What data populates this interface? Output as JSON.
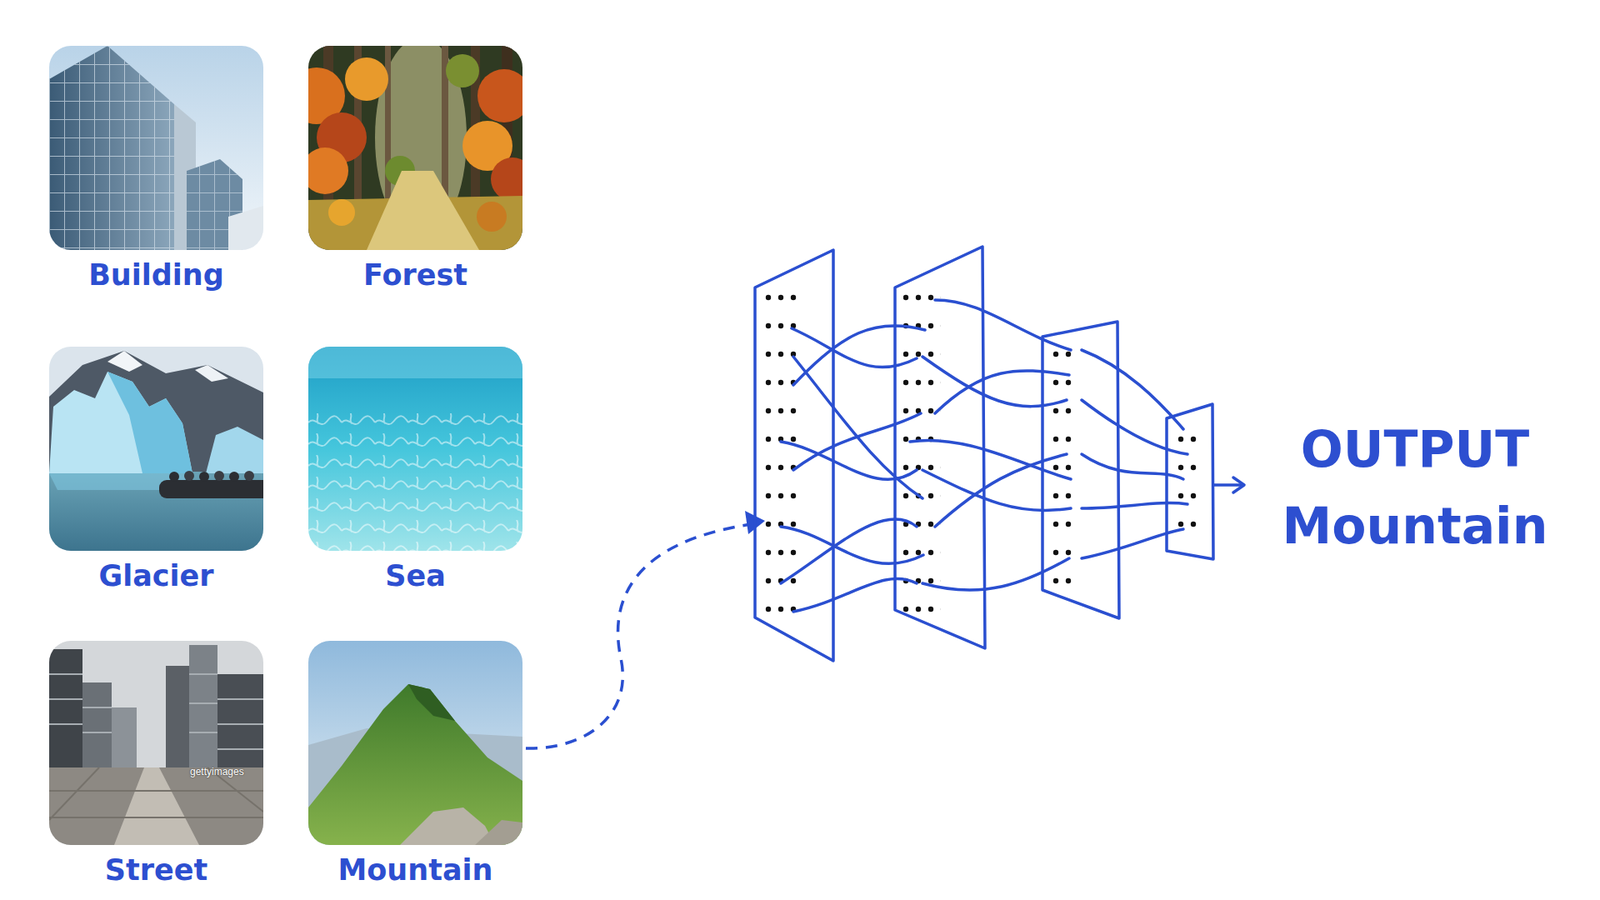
{
  "diagram": {
    "nodes": [
      {
        "text": [
          "Building"
        ]
      },
      {
        "text": [
          "Forest"
        ]
      },
      {
        "text": [
          "Glacier"
        ]
      },
      {
        "text": [
          "Sea"
        ]
      },
      {
        "text": [
          "Street"
        ]
      },
      {
        "text": [
          "Mountain"
        ]
      }
    ],
    "labels": [
      "OUTPUT Mountain",
      "gettyimages"
    ]
  }
}
